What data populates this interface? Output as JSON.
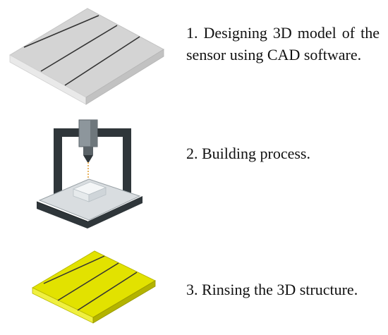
{
  "steps": [
    {
      "number": "1.",
      "text": "1. Designing 3D model of the sensor using CAD software.",
      "icon": "cad-plate-icon",
      "color": "#d6d6d6"
    },
    {
      "number": "2.",
      "text": "2. Building process.",
      "icon": "3d-printer-icon",
      "color": "#2f363a"
    },
    {
      "number": "3.",
      "text": "3. Rinsing the 3D structure.",
      "icon": "printed-plate-icon",
      "color": "#e0e000"
    }
  ]
}
